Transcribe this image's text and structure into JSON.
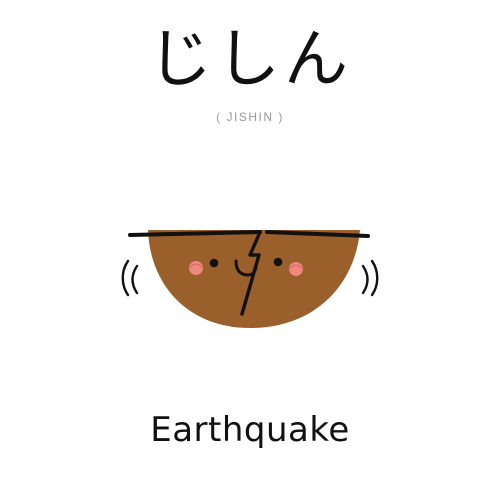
{
  "card": {
    "word": "じしん",
    "romaji": "( JISHIN )",
    "meaning": "Earthquake"
  },
  "illustration": {
    "name": "earthquake-ground-face",
    "colors": {
      "ground": "#9a5f2a",
      "outline": "#111111",
      "blush": "#f28a86"
    }
  }
}
